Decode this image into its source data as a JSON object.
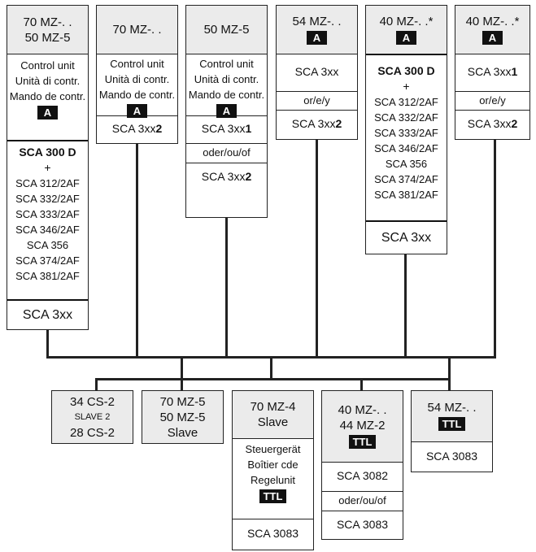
{
  "top": [
    {
      "header": [
        "70 MZ-. .",
        "50 MZ-5"
      ],
      "control": [
        "Control unit",
        "Unità di contr.",
        "Mando de contr."
      ],
      "control_badge": "A",
      "list_title": "SCA 300 D",
      "plus": "+",
      "list": [
        "SCA 312/2AF",
        "SCA 332/2AF",
        "SCA 333/2AF",
        "SCA 346/2AF",
        "SCA 356",
        "SCA 374/2AF",
        "SCA 381/2AF"
      ],
      "footer": "SCA 3xx"
    },
    {
      "header": [
        "70 MZ-. ."
      ],
      "control": [
        "Control unit",
        "Unità di contr.",
        "Mando de contr."
      ],
      "control_badge": "A",
      "adapter_prefix": "SCA 3xx",
      "adapter_suffix": "2"
    },
    {
      "header": [
        "50 MZ-5"
      ],
      "control": [
        "Control unit",
        "Unità di contr.",
        "Mando de contr."
      ],
      "control_badge": "A",
      "a1_prefix": "SCA 3xx",
      "a1_suffix": "1",
      "or": "oder/ou/of",
      "a2_prefix": "SCA 3xx",
      "a2_suffix": "2"
    },
    {
      "header": "54 MZ-. .",
      "badge": "A",
      "line1": "SCA 3xx",
      "or": "or/e/y",
      "a2_prefix": "SCA 3xx",
      "a2_suffix": "2"
    },
    {
      "header": "40 MZ-. .*",
      "badge": "A",
      "list_title": "SCA 300 D",
      "plus": "+",
      "list": [
        "SCA 312/2AF",
        "SCA 332/2AF",
        "SCA 333/2AF",
        "SCA 346/2AF",
        "SCA 356",
        "SCA 374/2AF",
        "SCA 381/2AF"
      ],
      "footer": "SCA 3xx"
    },
    {
      "header": "40 MZ-. .*",
      "badge": "A",
      "a1_prefix": "SCA 3xx",
      "a1_suffix": "1",
      "or": "or/e/y",
      "a2_prefix": "SCA 3xx",
      "a2_suffix": "2"
    }
  ],
  "bottom": [
    {
      "lines": [
        "34 CS-2",
        "SLAVE 2",
        "28 CS-2"
      ]
    },
    {
      "lines": [
        "70 MZ-5",
        "50 MZ-5",
        "Slave"
      ]
    },
    {
      "header": [
        "70 MZ-4",
        "Slave"
      ],
      "control": [
        "Steuergerät",
        "Boîtier cde",
        "Regelunit"
      ],
      "badge": "TTL",
      "footer": "SCA 3083"
    },
    {
      "header": [
        "40 MZ-. .",
        "44 MZ-2"
      ],
      "badge": "TTL",
      "a1": "SCA 3082",
      "or": "oder/ou/of",
      "a2": "SCA 3083"
    },
    {
      "header": [
        "54 MZ-. ."
      ],
      "badge": "TTL",
      "footer": "SCA 3083"
    }
  ]
}
